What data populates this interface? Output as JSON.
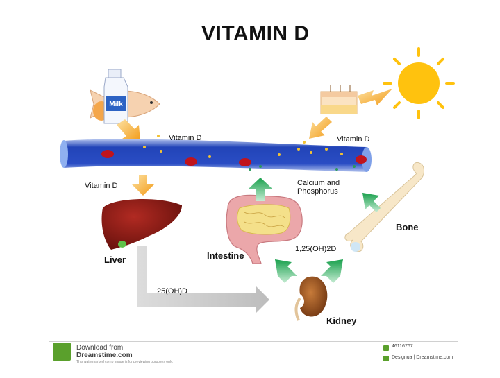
{
  "title": "VITAMIN D",
  "labels": {
    "vitamin_d_top_left": "Vitamin D",
    "vitamin_d_top_right": "Vitamin D",
    "vitamin_d_liver": "Vitamin D",
    "calcium": "Calcium and",
    "phosphorus": "Phosphorus",
    "bone": "Bone",
    "liver": "Liver",
    "intestine": "Intestine",
    "kidney": "Kidney",
    "oh_d": "25(OH)D",
    "oh2_d": "1,25(OH)2D",
    "milk": "Milk"
  },
  "footer": {
    "download_from": "Download from",
    "site": "Dreamstime.com",
    "notice": "This watermarked comp image is for previewing purposes only.",
    "id": "46116767",
    "credit": "Designua | Dreamstime.com"
  },
  "colors": {
    "vessel": "#1f3fb0",
    "arrow_orange": "#f29a16",
    "arrow_green": "#24b05a",
    "arrow_gray": "#c8c8c8",
    "sun": "#ffc20e",
    "liver": "#8b1a14",
    "kidney": "#7a3c12",
    "intestine": "#e7a6a8"
  }
}
